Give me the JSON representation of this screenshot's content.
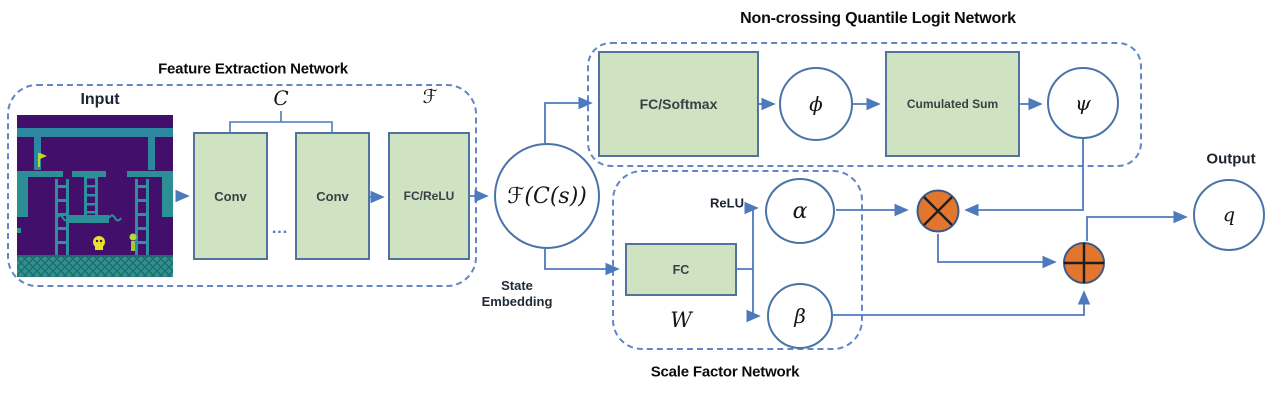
{
  "colors": {
    "line-blue": "#4d79bd",
    "dash-blue": "#6286c6",
    "box-fill": "#cfe2c2",
    "box-border": "#51749e",
    "node-border": "#4a74a8",
    "operator-orange": "#e2762e",
    "game-purple": "#42106b",
    "game-teal": "#2e8f9e",
    "game-floor": "#2f9486",
    "game-yellow": "#e8e22a",
    "game-lime": "#b8d832"
  },
  "feature_network": {
    "title": "Feature Extraction Network",
    "input_label": "Input",
    "conv1_label": "Conv",
    "conv_dots": "...",
    "conv2_label": "Conv",
    "fc_relu_label": "FC/ReLU",
    "conv_group_symbol": "C",
    "feature_map_symbol": "ℱ"
  },
  "state_embedding": {
    "node_symbol": "ℱ(C(s))",
    "caption_line1": "State",
    "caption_line2": "Embedding"
  },
  "quantile_network": {
    "title": "Non-crossing Quantile Logit Network",
    "fc_softmax_label": "FC/Softmax",
    "phi_symbol": "ϕ",
    "cumulated_sum_label": "Cumulated Sum",
    "psi_symbol": "ψ"
  },
  "scale_network": {
    "title": "Scale Factor Network",
    "relu_label": "ReLU",
    "fc_label": "FC",
    "weights_symbol": "W",
    "alpha_symbol": "α",
    "beta_symbol": "β"
  },
  "output_section": {
    "label": "Output",
    "q_symbol": "q"
  },
  "icons": {
    "multiply_node": "circle-multiply",
    "add_node": "circle-plus",
    "input_frame": "atari-game-frame"
  }
}
